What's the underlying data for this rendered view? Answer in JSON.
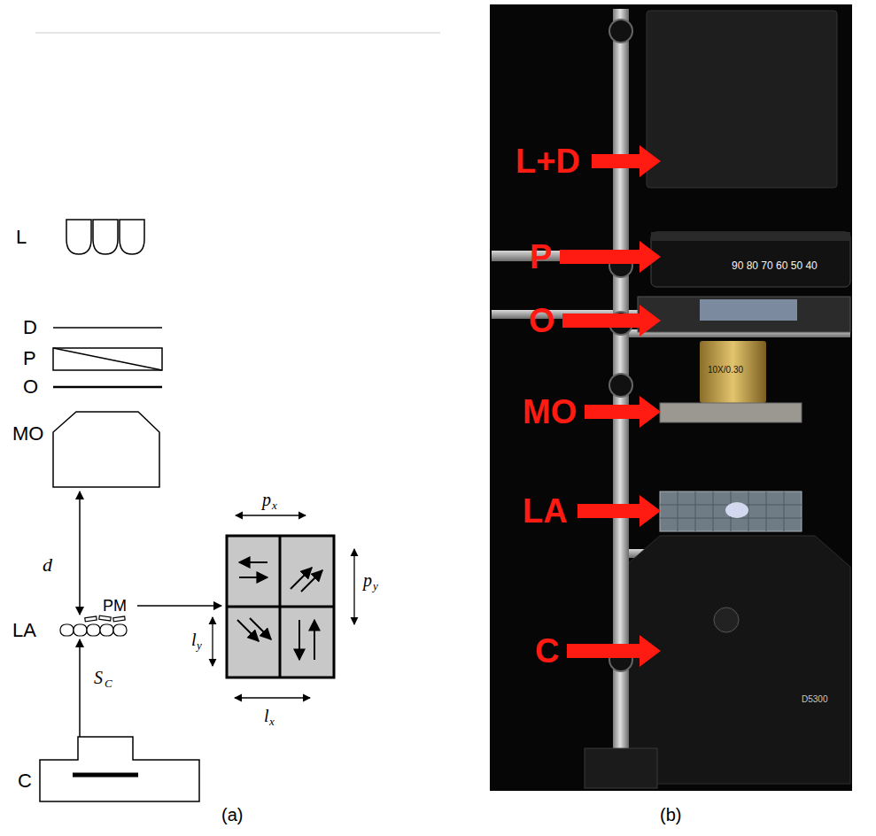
{
  "diagram": {
    "labels": [
      "L",
      "D",
      "P",
      "O",
      "MO",
      "d",
      "PM",
      "LA",
      "p",
      "x",
      "p",
      "y",
      "l",
      "y",
      "l",
      "x",
      "S",
      "C",
      "C",
      "(a)",
      "L+D",
      "P",
      "O",
      "MO",
      "LA",
      "C",
      "(b)",
      "90 80 70 60 50 40",
      "10X/0.30",
      "D5300"
    ]
  }
}
